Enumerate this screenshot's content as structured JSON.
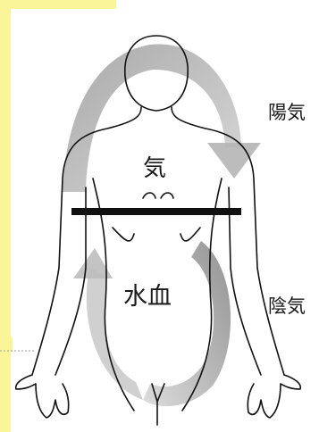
{
  "labels": {
    "yang_ki": "陽気",
    "ki": "気",
    "suiketsu": "水血",
    "yin_ki": "陰気"
  },
  "colors": {
    "frame_yellow": "#fbf59a",
    "arrow_gray_dark": "#8c8c8c",
    "arrow_gray_light": "#c9c9c9",
    "line_black": "#111111",
    "background": "#ffffff"
  }
}
